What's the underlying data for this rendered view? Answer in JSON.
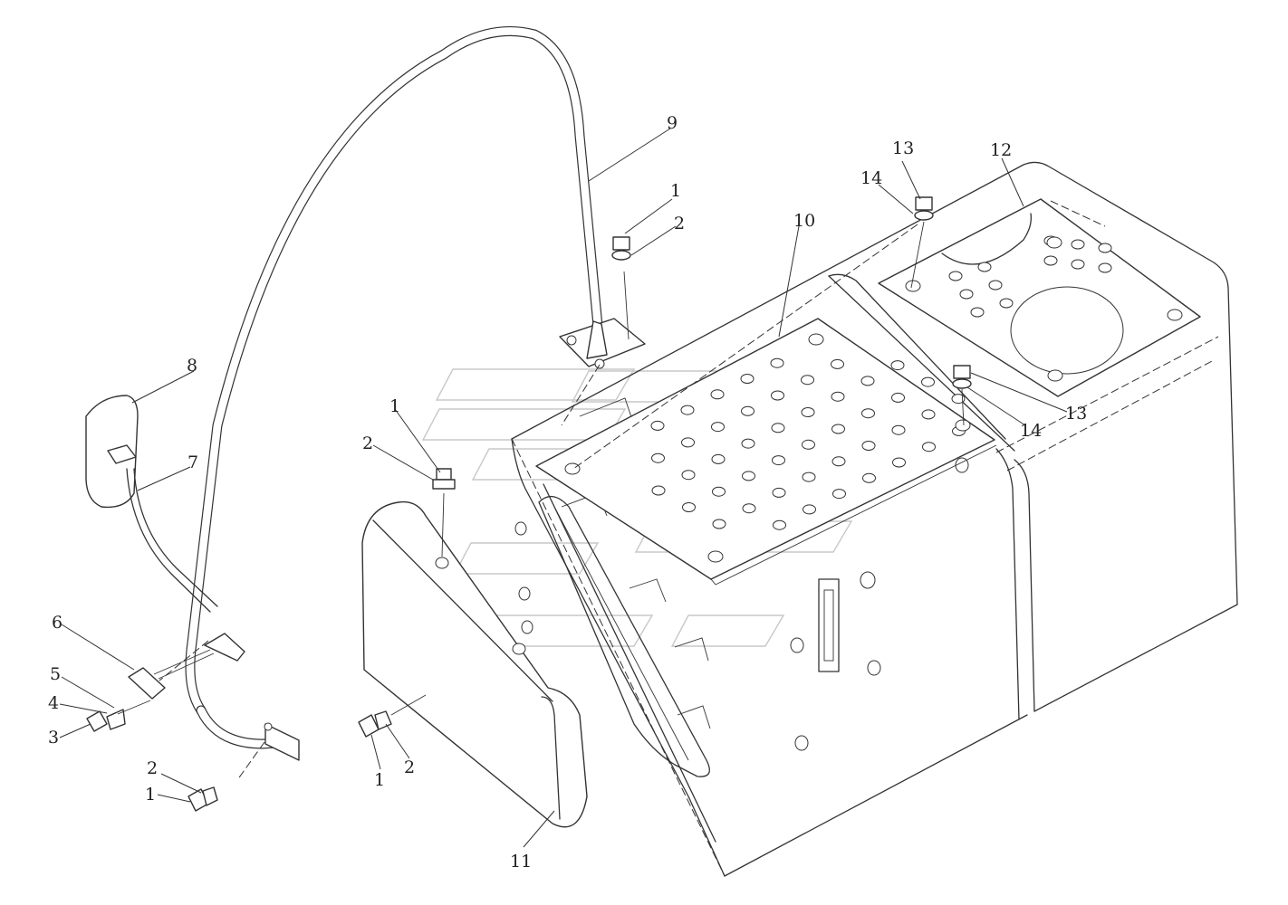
{
  "callouts": {
    "c1": "1",
    "c2": "2",
    "c3": "3",
    "c4": "4",
    "c5": "5",
    "c6": "6",
    "c7": "7",
    "c8": "8",
    "c9": "9",
    "c10": "10",
    "c11": "11",
    "c12": "12",
    "c13": "13",
    "c14": "14"
  },
  "colors": {
    "line": "#333333",
    "background": "#ffffff",
    "watermark": "#c8c8c8"
  }
}
